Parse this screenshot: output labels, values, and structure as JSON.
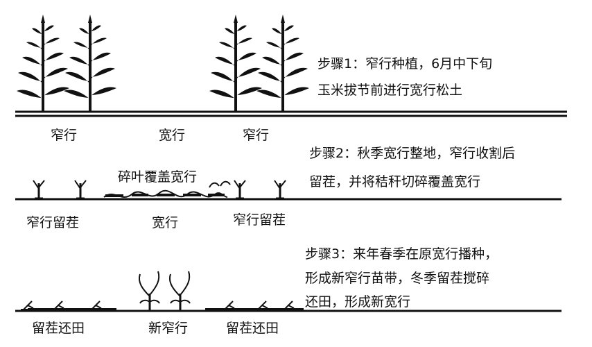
{
  "step1": {
    "line1": "步骤1：窄行种植，6月中下旬",
    "line2": "玉米拔节前进行宽行松土",
    "labels": {
      "narrow_left": "窄行",
      "wide": "宽行",
      "narrow_right": "窄行"
    }
  },
  "step2": {
    "line1": "步骤2：秋季宽行整地，窄行收割后",
    "line2": "留茬，并将秸秆切碎覆盖宽行",
    "overlay": "碎叶覆盖宽行",
    "labels": {
      "narrow_left": "窄行留茬",
      "wide": "宽行",
      "narrow_right": "窄行留茬"
    }
  },
  "step3": {
    "line1": "步骤3：来年春季在原宽行播种，",
    "line2": "形成新窄行苗带，冬季留茬搅碎",
    "line3": "还田，形成新宽行",
    "labels": {
      "left": "留茬还田",
      "center": "新窄行",
      "right": "留茬还田"
    }
  },
  "colors": {
    "ink": "#111111",
    "ground": "#222222"
  }
}
